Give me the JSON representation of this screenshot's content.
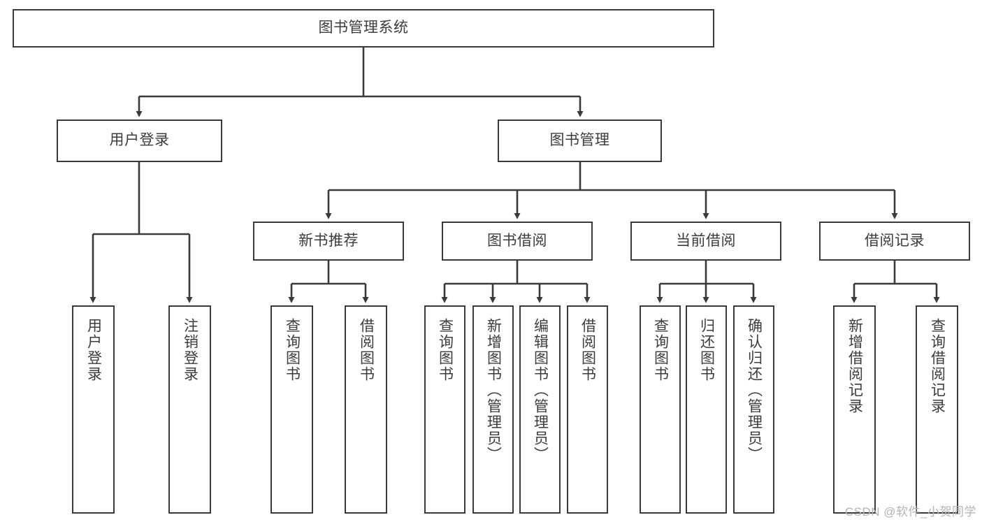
{
  "diagram": {
    "type": "tree-hierarchy",
    "title": "图书管理系统",
    "root": {
      "label": "图书管理系统"
    },
    "level2": [
      {
        "label": "用户登录"
      },
      {
        "label": "图书管理"
      }
    ],
    "level3": [
      {
        "label": "新书推荐"
      },
      {
        "label": "图书借阅"
      },
      {
        "label": "当前借阅"
      },
      {
        "label": "借阅记录"
      }
    ],
    "leaves": {
      "user_login": [
        {
          "label": "用户登录"
        },
        {
          "label": "注销登录"
        }
      ],
      "new_book_recommend": [
        {
          "label": "查询图书"
        },
        {
          "label": "借阅图书"
        }
      ],
      "book_borrow": [
        {
          "label": "查询图书"
        },
        {
          "label": "新增图书（管理员）"
        },
        {
          "label": "编辑图书（管理员）"
        },
        {
          "label": "借阅图书"
        }
      ],
      "current_borrow": [
        {
          "label": "查询图书"
        },
        {
          "label": "归还图书"
        },
        {
          "label": "确认归还（管理员）"
        }
      ],
      "borrow_record": [
        {
          "label": "新增借阅记录"
        },
        {
          "label": "查询借阅记录"
        }
      ]
    },
    "colors": {
      "border": "#3a3a3a",
      "text": "#3c3c3c",
      "background": "#ffffff",
      "watermark": "#b4b4b4"
    }
  },
  "watermark": {
    "text": "CSDN @软件_小贺同学"
  }
}
